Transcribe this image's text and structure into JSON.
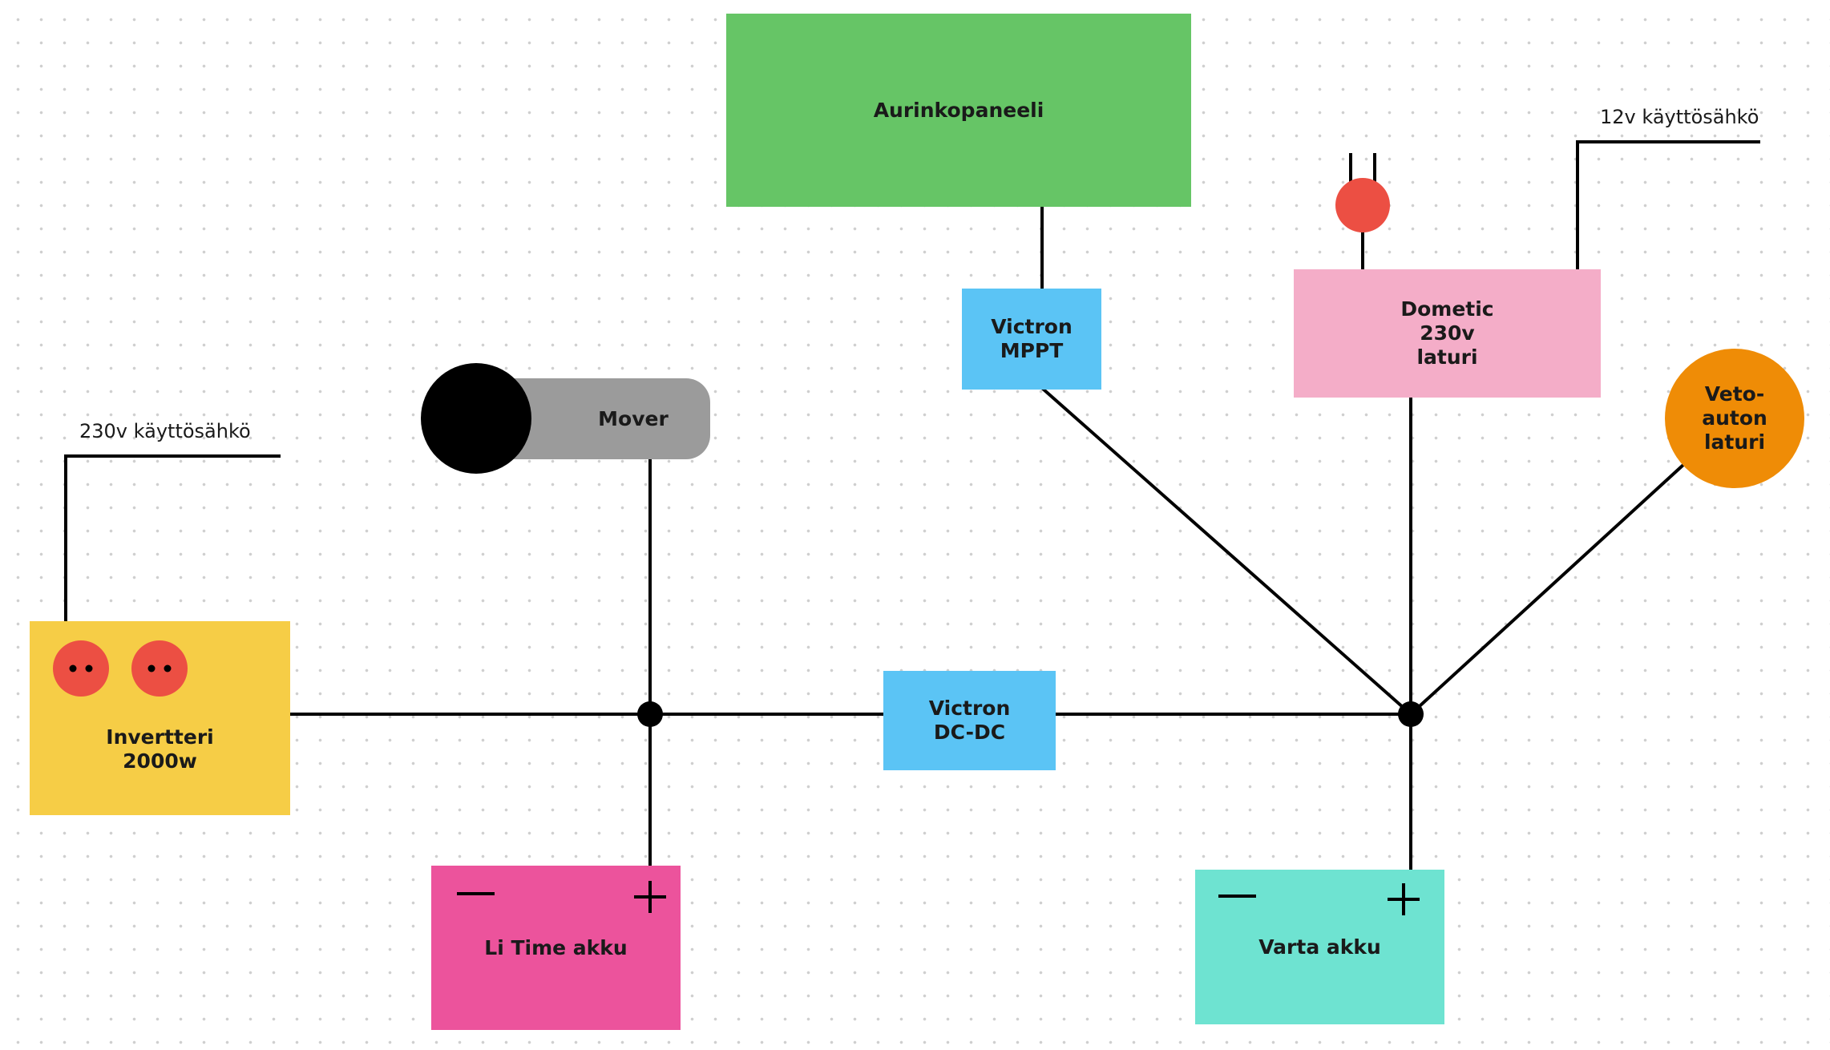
{
  "labels": {
    "solar_panel": "Aurinkopaneeli",
    "mppt": "Victron\nMPPT",
    "dometic": "Dometic\n230v\nlaturi",
    "twelve_v": "12v käyttösähkö",
    "vehicle_charger": "Veto-\nauton\nlaturi",
    "mover": "Mover",
    "two30_v": "230v käyttösähkö",
    "inverter": "Invertteri\n2000w",
    "dcdc": "Victron\nDC-DC",
    "li_battery": "Li Time akku",
    "varta_battery": "Varta akku"
  },
  "colors": {
    "solar_panel": "#66c566",
    "victron": "#5bc4f5",
    "dometic": "#f4adc8",
    "vehicle_charger": "#ef8c06",
    "mover_body": "#9b9b9b",
    "mover_wheel": "#000000",
    "inverter": "#f6cd46",
    "socket": "#ec4f43",
    "plug": "#ec4f43",
    "li_battery": "#ec539c",
    "varta_battery": "#6ee3d1",
    "wire": "#000000"
  }
}
